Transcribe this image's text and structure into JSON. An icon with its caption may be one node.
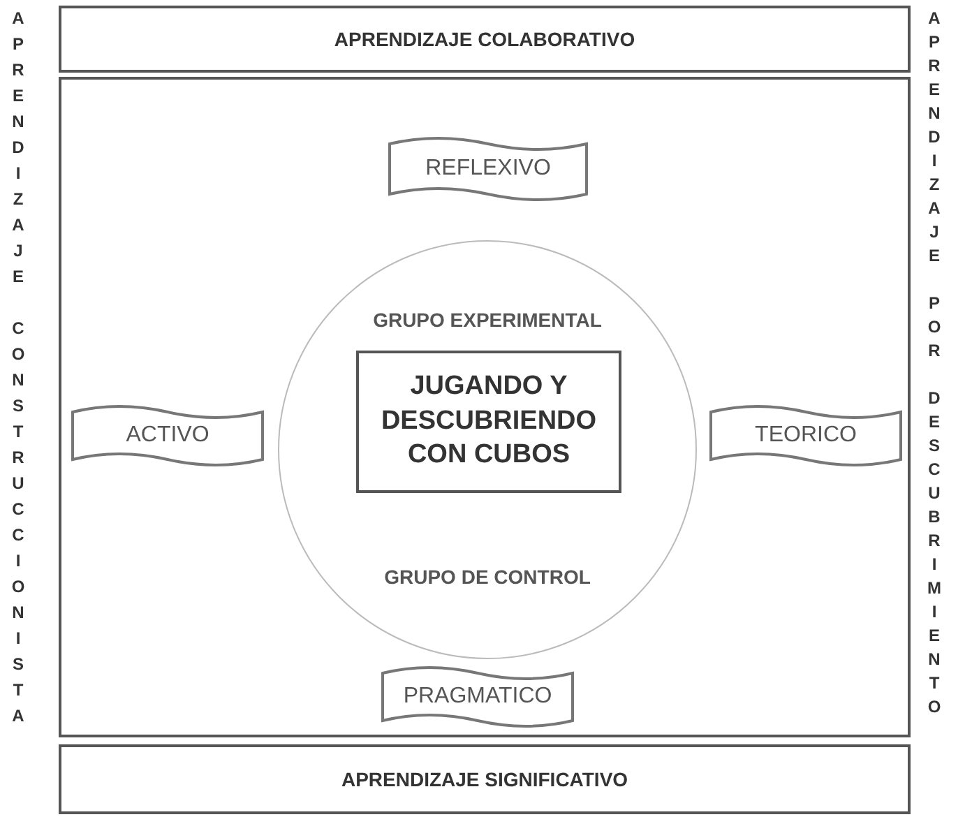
{
  "diagram": {
    "nodes": [
      {
        "text": [
          "APRENDIZAJE COLABORATIVO"
        ]
      },
      {
        "text": [],
        "shape": "box"
      },
      {
        "text": [
          "REFLEXIVO"
        ],
        "in": 1
      },
      {
        "text": [
          "GRUPO EXPERIMENTAL",
          "GRUPO DE CONTROL"
        ],
        "in": 1
      },
      {
        "text": [
          "ACTIVO"
        ],
        "in": 1
      },
      {
        "text": [
          "JUGANDO Y DESCUBRIENDO CON CUBOS"
        ],
        "in": 3
      },
      {
        "text": [
          "TEORICO"
        ],
        "in": 1
      },
      {
        "text": [
          "PRAGMATICO"
        ],
        "in": 1
      },
      {
        "text": [
          "APRENDIZAJE SIGNIFICATIVO"
        ]
      }
    ],
    "labels": [
      "APRENDIZAJE CONSTRUCCIONISTA",
      "APRENDIZAJE POR DESCUBRIMIENTO"
    ]
  }
}
